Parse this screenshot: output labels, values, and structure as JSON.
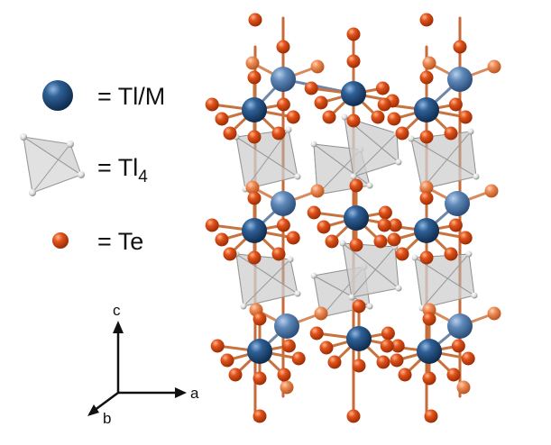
{
  "legend": {
    "items": [
      {
        "symbol": "blue-sphere",
        "label": "= Tl/M"
      },
      {
        "symbol": "tetrahedron",
        "label_main": "= Tl",
        "label_sub": "4"
      },
      {
        "symbol": "orange-sphere",
        "label": "= Te"
      }
    ]
  },
  "axes": {
    "c": "c",
    "a": "a",
    "b": "b"
  },
  "colors": {
    "tl_m": "#1f4e7e",
    "tl_m_light": "#4a76a8",
    "te": "#d9480f",
    "te_light": "#e8773a",
    "tetrahedron": "#c8c8c8",
    "bond": "#6f86a6"
  }
}
